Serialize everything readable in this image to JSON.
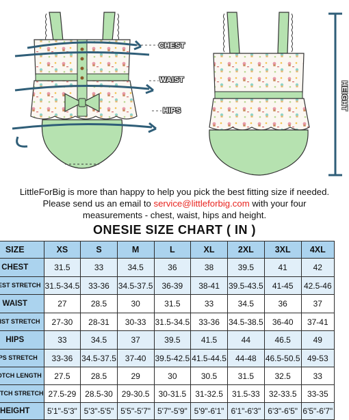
{
  "illustration": {
    "labels": {
      "chest": "CHEST",
      "waist": "WAIST",
      "hips": "HIPS",
      "height": "HEIGHT"
    }
  },
  "message": {
    "line1": "LittleForBig is more than happy to help you pick the best fitting size if needed.",
    "line2_pre": "Please send us an email to",
    "email": "service@littleforbig.com",
    "line2_post": "with your four",
    "line3": "measurements - chest, waist, hips and height."
  },
  "chart": {
    "title": "ONESIE SIZE CHART ( IN )",
    "columns": [
      "SIZE",
      "XS",
      "S",
      "M",
      "L",
      "XL",
      "2XL",
      "3XL",
      "4XL"
    ],
    "rows": [
      {
        "label": "CHEST",
        "values": [
          "31.5",
          "33",
          "34.5",
          "36",
          "38",
          "39.5",
          "41",
          "42"
        ]
      },
      {
        "label": "CHEST STRETCH",
        "values": [
          "31.5-34.5",
          "33-36",
          "34.5-37.5",
          "36-39",
          "38-41",
          "39.5-43.5",
          "41-45",
          "42.5-46"
        ]
      },
      {
        "label": "WAIST",
        "values": [
          "27",
          "28.5",
          "30",
          "31.5",
          "33",
          "34.5",
          "36",
          "37"
        ]
      },
      {
        "label": "WAIST STRETCH",
        "values": [
          "27-30",
          "28-31",
          "30-33",
          "31.5-34.5",
          "33-36",
          "34.5-38.5",
          "36-40",
          "37-41"
        ]
      },
      {
        "label": "HIPS",
        "values": [
          "33",
          "34.5",
          "37",
          "39.5",
          "41.5",
          "44",
          "46.5",
          "49"
        ]
      },
      {
        "label": "HIPS STRETCH",
        "values": [
          "33-36",
          "34.5-37.5",
          "37-40",
          "39.5-42.5",
          "41.5-44.5",
          "44-48",
          "46.5-50.5",
          "49-53"
        ]
      },
      {
        "label": "CROTCH LENGTH",
        "values": [
          "27.5",
          "28.5",
          "29",
          "30",
          "30.5",
          "31.5",
          "32.5",
          "33"
        ]
      },
      {
        "label": "CROTCH STRETCH",
        "values": [
          "27.5-29",
          "28.5-30",
          "29-30.5",
          "30-31.5",
          "31-32.5",
          "31.5-33",
          "32-33.5",
          "33-35"
        ]
      },
      {
        "label": "HEIGHT",
        "values": [
          "5'1\"-5'3\"",
          "5'3\"-5'5\"",
          "5'5\"-5'7\"",
          "5'7\"-5'9\"",
          "5'9\"-6'1\"",
          "6'1\"-6'3\"",
          "6'3\"-6'5\"",
          "6'5\"-6'7\""
        ]
      }
    ]
  }
}
